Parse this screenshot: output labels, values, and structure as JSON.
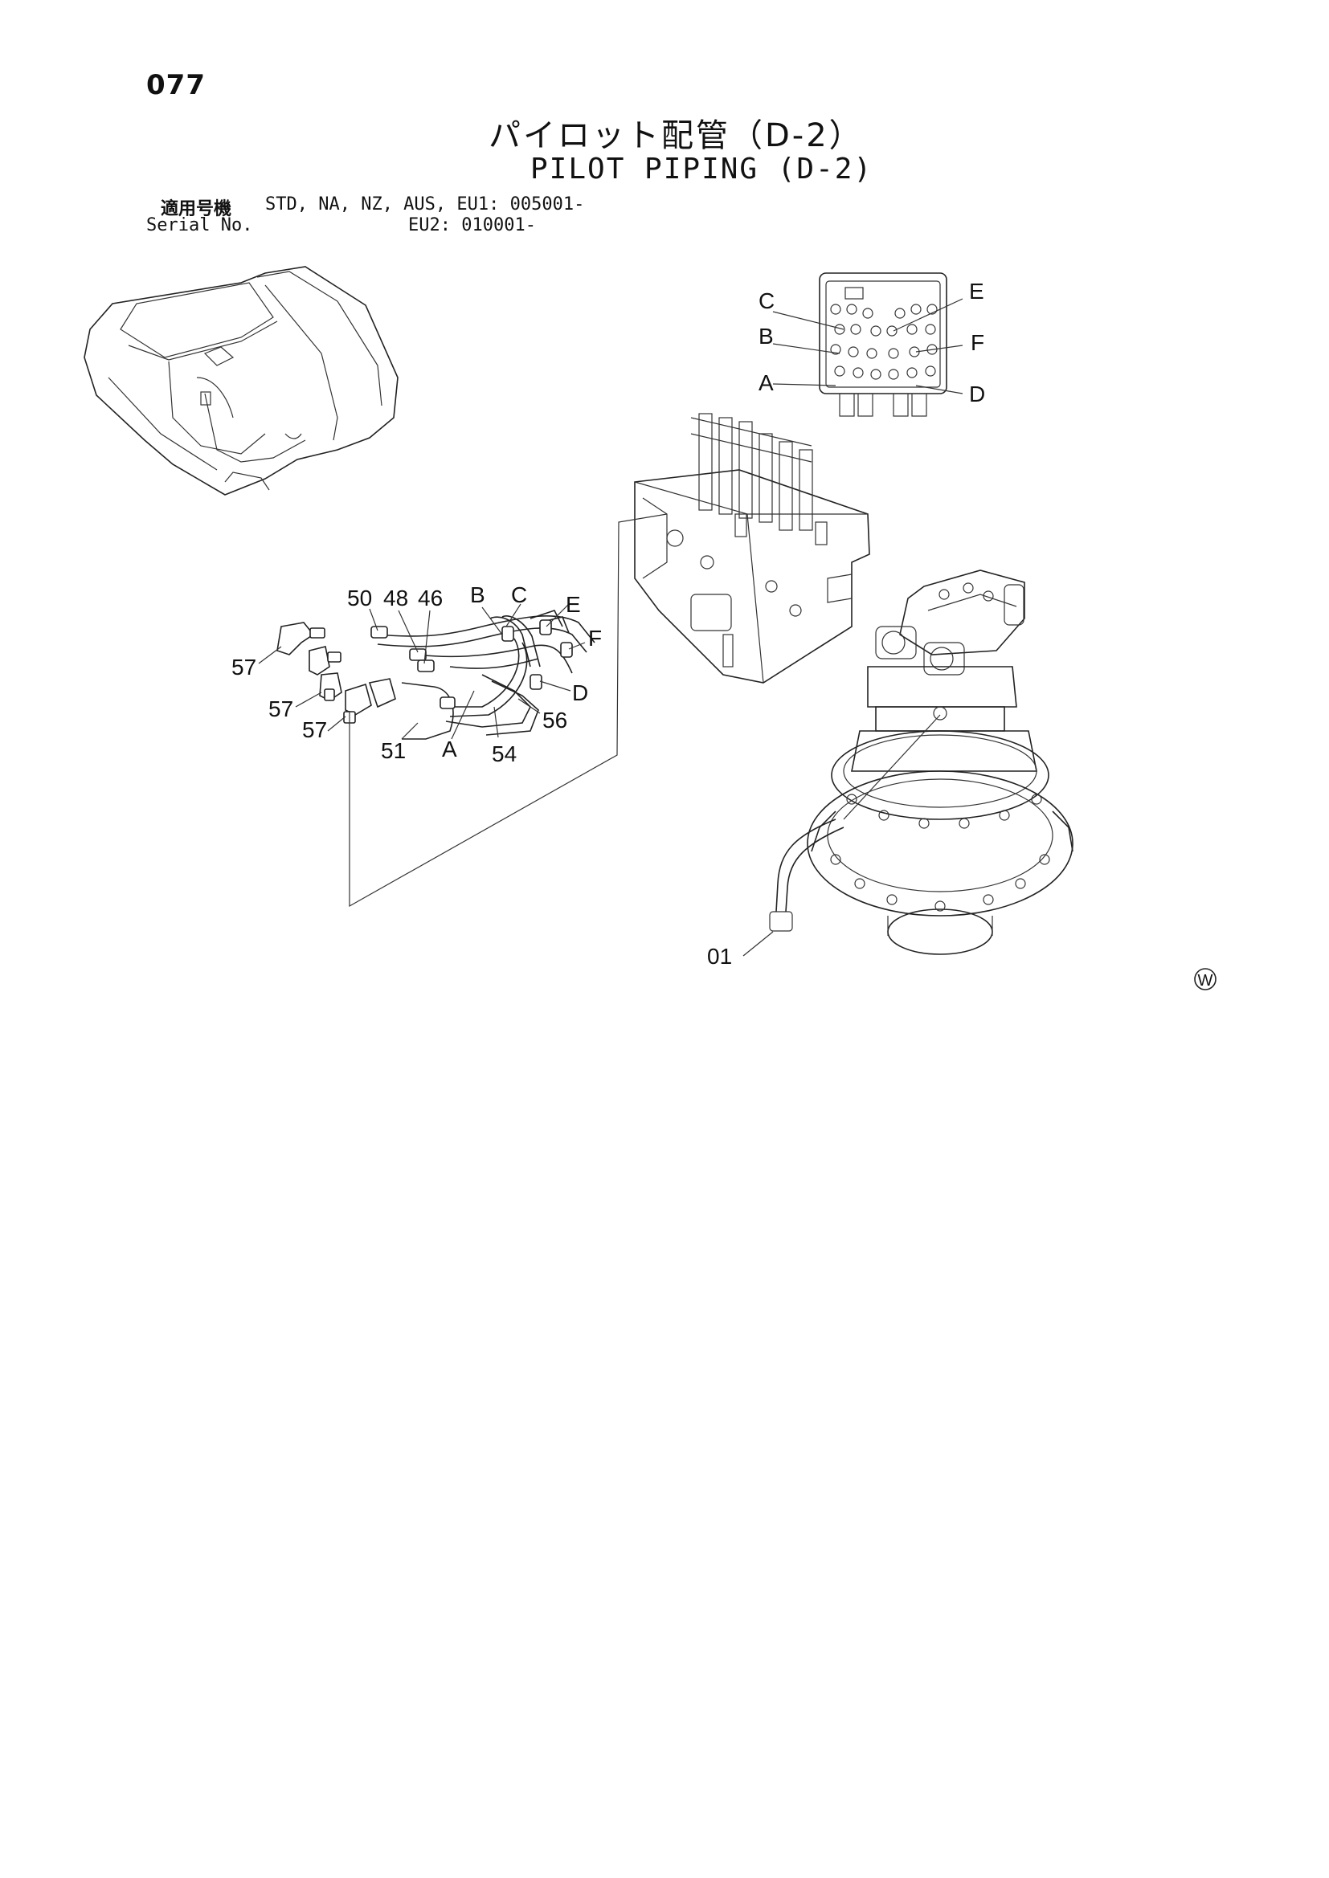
{
  "header": {
    "page_number": "077",
    "title_jp": "パイロット配管（D-2）",
    "title_en": "PILOT PIPING (D-2)",
    "serial_label_jp": "適用号機",
    "serial_label_en": "Serial No.",
    "serial_value_1": "STD, NA, NZ, AUS, EU1: 005001-",
    "serial_value_2": "EU2: 010001-"
  },
  "callouts": {
    "valve_C": "C",
    "valve_B": "B",
    "valve_A": "A",
    "valve_E": "E",
    "valve_F": "F",
    "valve_D": "D",
    "p50": "50",
    "p48": "48",
    "p46": "46",
    "hose_B": "B",
    "hose_C": "C",
    "hose_E": "E",
    "hose_F": "F",
    "hose_D": "D",
    "p57a": "57",
    "p57b": "57",
    "p57c": "57",
    "p51": "51",
    "hose_A": "A",
    "p54": "54",
    "p56": "56",
    "p01": "01"
  },
  "mark": "W"
}
